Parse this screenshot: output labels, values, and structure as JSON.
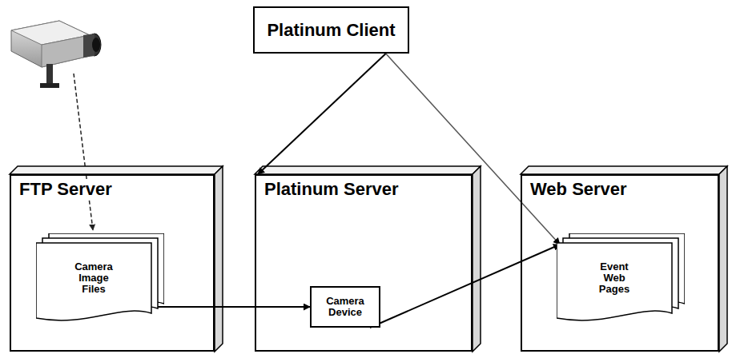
{
  "diagram": {
    "nodes": [
      {
        "text": [
          "Platinum Client"
        ]
      },
      {
        "text": [
          "FTP Server"
        ]
      },
      {
        "text": [
          "Camera Image Files"
        ],
        "in": 1
      },
      {
        "text": [
          "Platinum Server"
        ]
      },
      {
        "text": [
          "Camera Device"
        ],
        "in": 3
      },
      {
        "text": [
          "Web Server"
        ]
      },
      {
        "text": [
          "Event Web Pages"
        ],
        "in": 5
      }
    ],
    "edges": [
      {
        "from": 0,
        "to": 3,
        "arrow": "to"
      },
      {
        "from": 0,
        "to": 6,
        "arrow": "to"
      },
      {
        "from": 2,
        "to": 4,
        "arrow": "to"
      },
      {
        "from": 4,
        "to": 6,
        "arrow": "to"
      }
    ]
  }
}
